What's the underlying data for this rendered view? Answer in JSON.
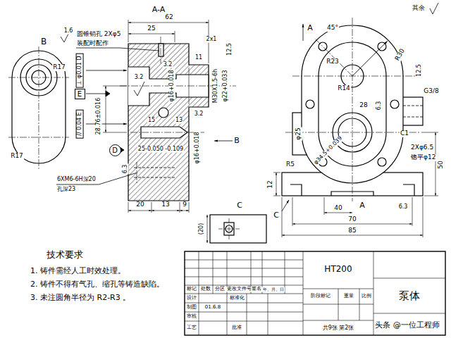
{
  "diagram": {
    "nodes": [
      {
        "text": [
          "E"
        ]
      },
      {
        "text": [
          "D"
        ]
      }
    ],
    "labels": [
      "A-A",
      "62",
      "25",
      "1.6",
      "圆锥销孔 2Xφ5",
      "装配时配作",
      "B",
      "R17",
      "R17",
      "⊥ φ0.01 D",
      "// 0.04 E",
      "28.76±0.016",
      "3.2",
      "3.2",
      "φ16+0.018",
      "2x1",
      "12.5",
      "11",
      "M30X1.5-6h",
      "φ22+0.033",
      "3.2",
      "15",
      "13",
      "φ16+0.018",
      "25-0.050 -0.109",
      "B",
      "6.3",
      "6XM6-6H深20",
      "孔深23",
      "20",
      "13",
      "9",
      "A",
      "45°",
      "R30",
      "其余",
      "12.5",
      "R23",
      "R14",
      "28",
      "φ25",
      "6.3",
      "C1",
      "G3/8",
      "2Xφ6.5",
      "锪平φ12",
      "50",
      "R5",
      "φ34.5+0.039",
      "12",
      "A",
      "40",
      "70",
      "85",
      "6.3",
      "C",
      "C",
      "(20)",
      "技术要求",
      "1. 铸件需经人工时效处理。",
      "2. 铸件不得有气孔、缩孔等铸造缺陷。",
      "3. 未注圆角半径为 R2-R3 。",
      "HT200",
      "标记",
      "处数",
      "分区",
      "更改文件号",
      "签名",
      "年、月、日",
      "设计",
      "标准化",
      "制图",
      "01.6.8",
      "审核",
      "工艺",
      "批准",
      "阶段标记",
      "重量",
      "比例",
      "共9张 第2张",
      "泵体",
      "头条 @一位工程师"
    ]
  }
}
